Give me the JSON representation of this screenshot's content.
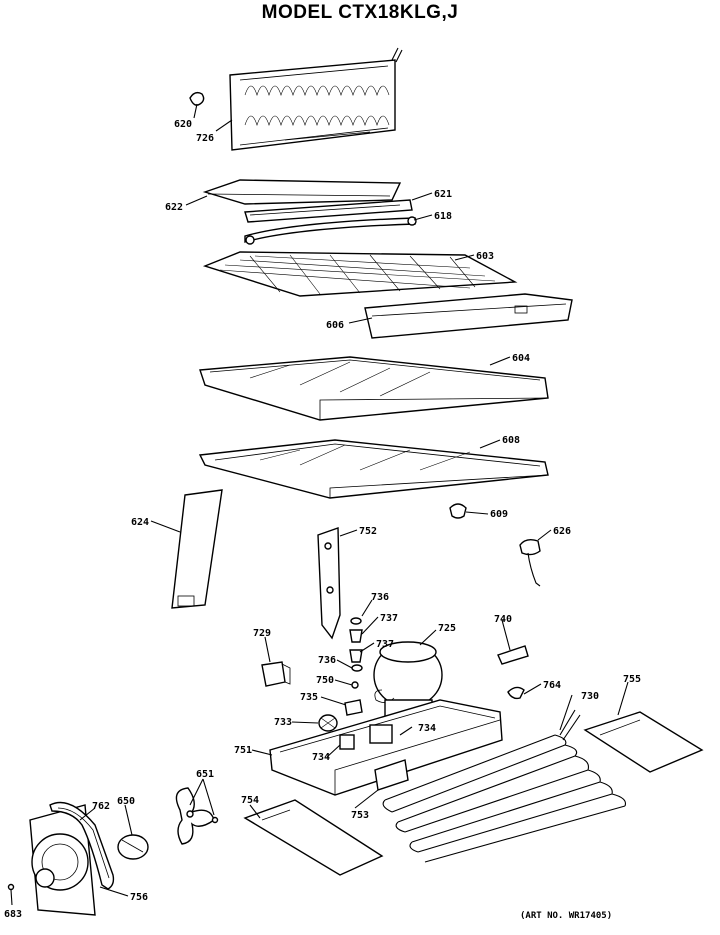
{
  "title": "MODEL CTX18KLG,J",
  "art_number": "(ART NO. WR17405)",
  "part_labels": {
    "p620": "620",
    "p726": "726",
    "p622": "622",
    "p621": "621",
    "p618": "618",
    "p603": "603",
    "p606": "606",
    "p604": "604",
    "p608": "608",
    "p609": "609",
    "p624": "624",
    "p752": "752",
    "p626": "626",
    "p736a": "736",
    "p737a": "737",
    "p729": "729",
    "p737b": "737",
    "p725": "725",
    "p740": "740",
    "p736b": "736",
    "p750": "750",
    "p735": "735",
    "p764": "764",
    "p730": "730",
    "p755": "755",
    "p733": "733",
    "p734a": "734",
    "p751": "751",
    "p734b": "734",
    "p651": "651",
    "p762": "762",
    "p650": "650",
    "p754": "754",
    "p753": "753",
    "p756": "756",
    "p683": "683"
  }
}
